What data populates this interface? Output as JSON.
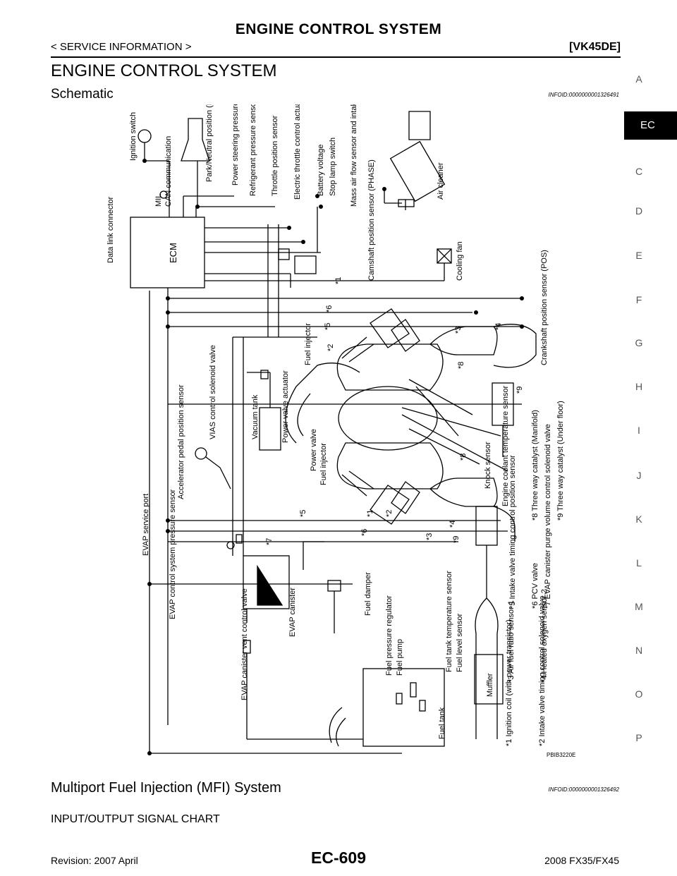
{
  "header": {
    "title": "ENGINE CONTROL SYSTEM",
    "breadcrumb": "< SERVICE INFORMATION >",
    "model": "[VK45DE]"
  },
  "section_title": "ENGINE CONTROL SYSTEM",
  "schematic": {
    "title": "Schematic",
    "info_id": "INFOID:0000000001326491",
    "figure_id": "PBIB3220E",
    "labels": {
      "ignition_switch": "Ignition switch",
      "pnp_switch": "Park/Neutral position (PNP) switch",
      "power_steering": "Power steering pressure sensor",
      "refrigerant": "Refrigerant pressure sensor",
      "tps": "Throttle position sensor",
      "etc_actuator": "Electric throttle control actuator",
      "battery_voltage": "Battery voltage",
      "stop_lamp": "Stop lamp switch",
      "maf": "Mass air flow sensor and intake air temperature sensor",
      "air_cleaner": "Air cleaner",
      "mil": "MIL",
      "can": "CAN communication",
      "dlc": "Data link connector",
      "ecm": "ECM",
      "camshaft": "Camshaft position sensor (PHASE)",
      "cooling_fan": "Cooling fan",
      "fuel_injector": "Fuel injector",
      "crankshaft": "Crankshaft position sensor (POS)",
      "vias": "VIAS control solenoid valve",
      "vacuum_tank": "Vacuum tank",
      "power_valve_actuator": "Power valve actuator",
      "power_valve": "Power valve",
      "app_sensor": "Accelerator pedal position sensor",
      "knock": "Knock sensor",
      "ect": "Engine coolant temperature sensor",
      "evap_port": "EVAP service port",
      "evap_pressure": "EVAP control system pressure sensor",
      "evap_canister": "EVAP canister",
      "fuel_damper": "Fuel damper",
      "fuel_pressure_reg": "Fuel pressure regulator",
      "fuel_pump": "Fuel pump",
      "fuel_tank_temp": "Fuel tank temperature sensor",
      "fuel_level": "Fuel level sensor",
      "evap_vent": "EVAP canister vent control valve",
      "fuel_tank": "Fuel tank",
      "muffler": "Muffler"
    },
    "legend": [
      "*1 Ignition coil (with power transistor)",
      "*2 Intake valve timing control solenoid valve",
      "*3 Air fuel ratio sensor 1",
      "*4 Heated oxygen sensor 2",
      "*5 Intake valve timing control position sensor",
      "*6 PCV valve",
      "*7 EVAP canister purge volume control solenoid valve",
      "*8 Three way catalyst (Manifold)",
      "*9 Three way catalyst (Under floor)"
    ],
    "callouts": [
      "*1",
      "*2",
      "*3",
      "*4",
      "*5",
      "*6",
      "*7",
      "*8",
      "*9"
    ]
  },
  "mfi": {
    "title": "Multiport Fuel Injection (MFI) System",
    "info_id": "INFOID:0000000001326492",
    "heading": "INPUT/OUTPUT SIGNAL CHART"
  },
  "footer": {
    "revision": "Revision: 2007 April",
    "page": "EC-609",
    "model": "2008 FX35/FX45"
  },
  "side_tabs": [
    "A",
    "EC",
    "C",
    "D",
    "E",
    "F",
    "G",
    "H",
    "I",
    "J",
    "K",
    "L",
    "M",
    "N",
    "O",
    "P"
  ],
  "active_tab": "EC"
}
